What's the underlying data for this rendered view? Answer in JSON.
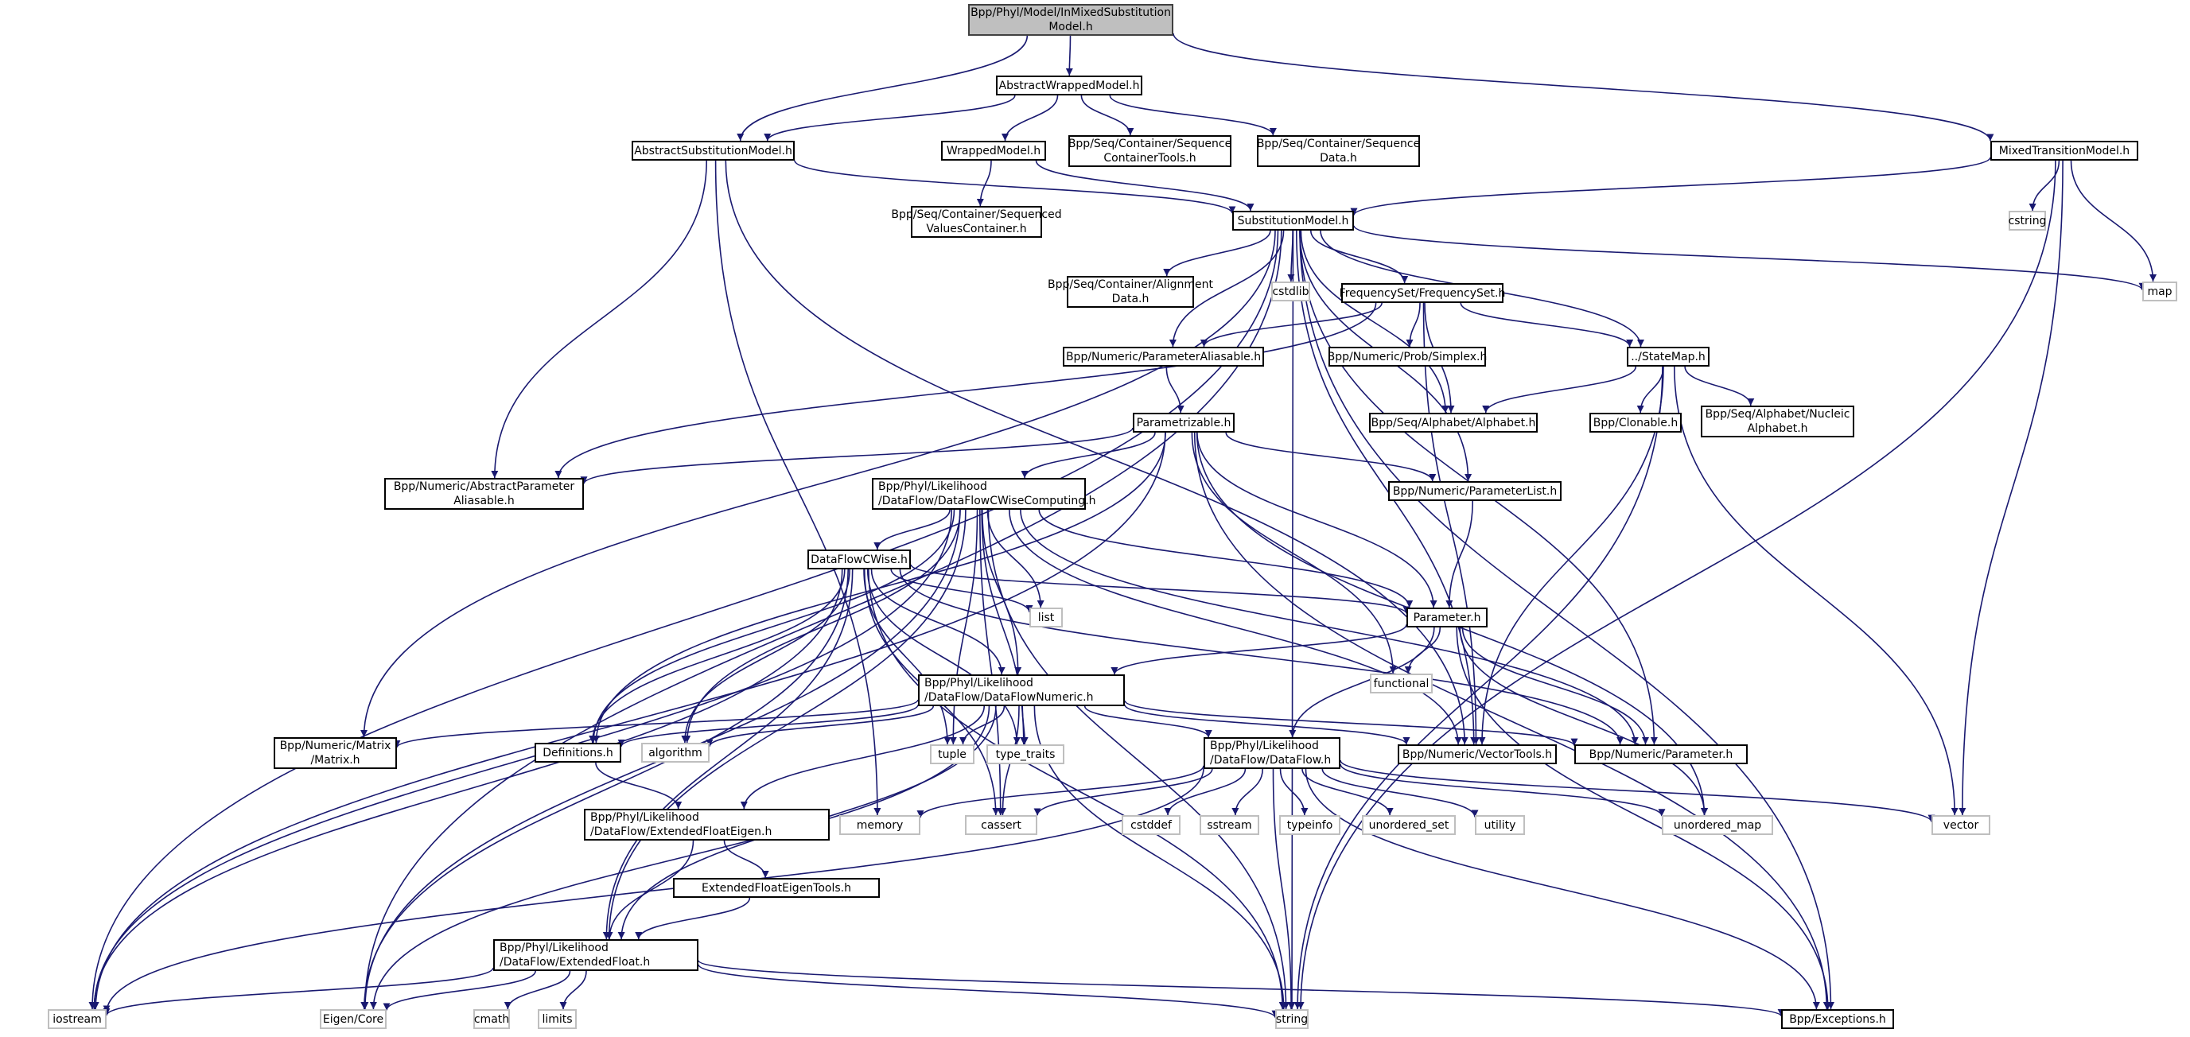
{
  "diagram": {
    "title": "Bpp/Phyl/Model/InMixedSubstitutionModel.h",
    "edge_color": "#191970",
    "nodes": [
      {
        "id": "root",
        "label": "Bpp/Phyl/Model/InMixedSubstitution\nModel.h",
        "kind": "root"
      },
      {
        "id": "awm",
        "label": "AbstractWrappedModel.h",
        "kind": "doc"
      },
      {
        "id": "asm",
        "label": "AbstractSubstitutionModel.h",
        "kind": "doc"
      },
      {
        "id": "wm",
        "label": "WrappedModel.h",
        "kind": "doc"
      },
      {
        "id": "sct",
        "label": "Bpp/Seq/Container/Sequence\nContainerTools.h",
        "kind": "doc"
      },
      {
        "id": "sd",
        "label": "Bpp/Seq/Container/Sequence\nData.h",
        "kind": "doc"
      },
      {
        "id": "mtm",
        "label": "MixedTransitionModel.h",
        "kind": "doc"
      },
      {
        "id": "svc",
        "label": "Bpp/Seq/Container/Sequenced\nValuesContainer.h",
        "kind": "doc"
      },
      {
        "id": "sm",
        "label": "SubstitutionModel.h",
        "kind": "doc"
      },
      {
        "id": "cstring",
        "label": "cstring",
        "kind": "ext"
      },
      {
        "id": "map",
        "label": "map",
        "kind": "ext"
      },
      {
        "id": "ad",
        "label": "Bpp/Seq/Container/Alignment\nData.h",
        "kind": "doc"
      },
      {
        "id": "cstdlib",
        "label": "cstdlib",
        "kind": "ext"
      },
      {
        "id": "fs",
        "label": "FrequencySet/FrequencySet.h",
        "kind": "doc"
      },
      {
        "id": "pal",
        "label": "Bpp/Numeric/ParameterAliasable.h",
        "kind": "doc"
      },
      {
        "id": "simplex",
        "label": "Bpp/Numeric/Prob/Simplex.h",
        "kind": "doc"
      },
      {
        "id": "statemap",
        "label": "../StateMap.h",
        "kind": "doc"
      },
      {
        "id": "alphabet",
        "label": "Bpp/Seq/Alphabet/Alphabet.h",
        "kind": "doc"
      },
      {
        "id": "clonable",
        "label": "Bpp/Clonable.h",
        "kind": "doc"
      },
      {
        "id": "nucalpha",
        "label": "Bpp/Seq/Alphabet/Nucleic\nAlphabet.h",
        "kind": "doc"
      },
      {
        "id": "param",
        "label": "Parametrizable.h",
        "kind": "doc"
      },
      {
        "id": "apal",
        "label": "Bpp/Numeric/AbstractParameter\nAliasable.h",
        "kind": "doc"
      },
      {
        "id": "dfcwc",
        "label": "Bpp/Phyl/Likelihood\n/DataFlow/DataFlowCWiseComputing.h",
        "kind": "doc",
        "align": "left"
      },
      {
        "id": "plist",
        "label": "Bpp/Numeric/ParameterList.h",
        "kind": "doc"
      },
      {
        "id": "dfcw",
        "label": "DataFlowCWise.h",
        "kind": "doc"
      },
      {
        "id": "list",
        "label": "list",
        "kind": "ext"
      },
      {
        "id": "parameter",
        "label": "Parameter.h",
        "kind": "doc"
      },
      {
        "id": "dfn",
        "label": "Bpp/Phyl/Likelihood\n/DataFlow/DataFlowNumeric.h",
        "kind": "doc",
        "align": "left"
      },
      {
        "id": "functional",
        "label": "functional",
        "kind": "ext"
      },
      {
        "id": "matrix",
        "label": "Bpp/Numeric/Matrix\n/Matrix.h",
        "kind": "doc"
      },
      {
        "id": "defs",
        "label": "Definitions.h",
        "kind": "doc"
      },
      {
        "id": "algorithm",
        "label": "algorithm",
        "kind": "ext"
      },
      {
        "id": "tuple",
        "label": "tuple",
        "kind": "ext"
      },
      {
        "id": "type_traits",
        "label": "type_traits",
        "kind": "ext"
      },
      {
        "id": "df",
        "label": "Bpp/Phyl/Likelihood\n/DataFlow/DataFlow.h",
        "kind": "doc",
        "align": "left"
      },
      {
        "id": "vtools",
        "label": "Bpp/Numeric/VectorTools.h",
        "kind": "doc"
      },
      {
        "id": "nparam",
        "label": "Bpp/Numeric/Parameter.h",
        "kind": "doc"
      },
      {
        "id": "efe",
        "label": "Bpp/Phyl/Likelihood\n/DataFlow/ExtendedFloatEigen.h",
        "kind": "doc",
        "align": "left"
      },
      {
        "id": "memory",
        "label": "memory",
        "kind": "ext"
      },
      {
        "id": "cassert",
        "label": "cassert",
        "kind": "ext"
      },
      {
        "id": "cstddef",
        "label": "cstddef",
        "kind": "ext"
      },
      {
        "id": "sstream",
        "label": "sstream",
        "kind": "ext"
      },
      {
        "id": "typeinfo",
        "label": "typeinfo",
        "kind": "ext"
      },
      {
        "id": "unordered_set",
        "label": "unordered_set",
        "kind": "ext"
      },
      {
        "id": "utility",
        "label": "utility",
        "kind": "ext"
      },
      {
        "id": "unordered_map",
        "label": "unordered_map",
        "kind": "ext"
      },
      {
        "id": "vector",
        "label": "vector",
        "kind": "ext"
      },
      {
        "id": "efet",
        "label": "ExtendedFloatEigenTools.h",
        "kind": "doc"
      },
      {
        "id": "ef",
        "label": "Bpp/Phyl/Likelihood\n/DataFlow/ExtendedFloat.h",
        "kind": "doc",
        "align": "left"
      },
      {
        "id": "iostream",
        "label": "iostream",
        "kind": "ext"
      },
      {
        "id": "eigen",
        "label": "Eigen/Core",
        "kind": "ext"
      },
      {
        "id": "cmath",
        "label": "cmath",
        "kind": "ext"
      },
      {
        "id": "limits",
        "label": "limits",
        "kind": "ext"
      },
      {
        "id": "string",
        "label": "string",
        "kind": "ext"
      },
      {
        "id": "exceptions",
        "label": "Bpp/Exceptions.h",
        "kind": "doc"
      }
    ],
    "edges": [
      [
        "root",
        "awm"
      ],
      [
        "root",
        "asm"
      ],
      [
        "root",
        "mtm"
      ],
      [
        "awm",
        "asm"
      ],
      [
        "awm",
        "wm"
      ],
      [
        "awm",
        "sct"
      ],
      [
        "awm",
        "sd"
      ],
      [
        "asm",
        "sm"
      ],
      [
        "asm",
        "apal"
      ],
      [
        "asm",
        "vtools"
      ],
      [
        "asm",
        "memory"
      ],
      [
        "wm",
        "svc"
      ],
      [
        "wm",
        "sm"
      ],
      [
        "mtm",
        "sm"
      ],
      [
        "mtm",
        "cstring"
      ],
      [
        "mtm",
        "map"
      ],
      [
        "mtm",
        "vector"
      ],
      [
        "mtm",
        "string"
      ],
      [
        "sm",
        "ad"
      ],
      [
        "sm",
        "cstdlib"
      ],
      [
        "sm",
        "fs"
      ],
      [
        "sm",
        "pal"
      ],
      [
        "sm",
        "statemap"
      ],
      [
        "sm",
        "alphabet"
      ],
      [
        "sm",
        "map"
      ],
      [
        "sm",
        "matrix"
      ],
      [
        "sm",
        "vtools"
      ],
      [
        "sm",
        "nparam"
      ],
      [
        "sm",
        "iostream"
      ],
      [
        "sm",
        "eigen"
      ],
      [
        "sm",
        "string"
      ],
      [
        "sm",
        "exceptions"
      ],
      [
        "sm",
        "plist"
      ],
      [
        "fs",
        "pal"
      ],
      [
        "fs",
        "apal"
      ],
      [
        "fs",
        "simplex"
      ],
      [
        "fs",
        "alphabet"
      ],
      [
        "fs",
        "statemap"
      ],
      [
        "fs",
        "vtools"
      ],
      [
        "pal",
        "param"
      ],
      [
        "statemap",
        "alphabet"
      ],
      [
        "statemap",
        "clonable"
      ],
      [
        "statemap",
        "nucalpha"
      ],
      [
        "statemap",
        "vector"
      ],
      [
        "statemap",
        "string"
      ],
      [
        "statemap",
        "vtools"
      ],
      [
        "param",
        "apal"
      ],
      [
        "param",
        "dfcwc"
      ],
      [
        "param",
        "plist"
      ],
      [
        "param",
        "parameter"
      ],
      [
        "param",
        "defs"
      ],
      [
        "param",
        "iostream"
      ],
      [
        "param",
        "functional"
      ],
      [
        "param",
        "exceptions"
      ],
      [
        "param",
        "unordered_map"
      ],
      [
        "dfcwc",
        "dfcw"
      ],
      [
        "dfcwc",
        "dfn"
      ],
      [
        "dfcwc",
        "list"
      ],
      [
        "dfcwc",
        "parameter"
      ],
      [
        "dfcwc",
        "nparam"
      ],
      [
        "dfcwc",
        "defs"
      ],
      [
        "dfcwc",
        "algorithm"
      ],
      [
        "dfcwc",
        "tuple"
      ],
      [
        "dfcwc",
        "type_traits"
      ],
      [
        "dfcwc",
        "cassert"
      ],
      [
        "dfcwc",
        "ef"
      ],
      [
        "dfcwc",
        "iostream"
      ],
      [
        "dfcwc",
        "eigen"
      ],
      [
        "dfcwc",
        "string"
      ],
      [
        "dfcwc",
        "vtools"
      ],
      [
        "plist",
        "parameter"
      ],
      [
        "dfcw",
        "list"
      ],
      [
        "dfcw",
        "parameter"
      ],
      [
        "dfcw",
        "dfn"
      ],
      [
        "dfcw",
        "defs"
      ],
      [
        "dfcw",
        "algorithm"
      ],
      [
        "dfcw",
        "tuple"
      ],
      [
        "dfcw",
        "type_traits"
      ],
      [
        "dfcw",
        "cassert"
      ],
      [
        "dfcw",
        "ef"
      ],
      [
        "dfcw",
        "eigen"
      ],
      [
        "dfcw",
        "iostream"
      ],
      [
        "dfcw",
        "string"
      ],
      [
        "dfcw",
        "nparam"
      ],
      [
        "parameter",
        "dfn"
      ],
      [
        "parameter",
        "functional"
      ],
      [
        "parameter",
        "nparam"
      ],
      [
        "parameter",
        "df"
      ],
      [
        "parameter",
        "exceptions"
      ],
      [
        "parameter",
        "unordered_map"
      ],
      [
        "dfn",
        "matrix"
      ],
      [
        "dfn",
        "defs"
      ],
      [
        "dfn",
        "algorithm"
      ],
      [
        "dfn",
        "tuple"
      ],
      [
        "dfn",
        "type_traits"
      ],
      [
        "dfn",
        "df"
      ],
      [
        "dfn",
        "vtools"
      ],
      [
        "dfn",
        "nparam"
      ],
      [
        "dfn",
        "efe"
      ],
      [
        "dfn",
        "ef"
      ],
      [
        "dfn",
        "cassert"
      ],
      [
        "dfn",
        "eigen"
      ],
      [
        "dfn",
        "string"
      ],
      [
        "defs",
        "efe"
      ],
      [
        "df",
        "memory"
      ],
      [
        "df",
        "cassert"
      ],
      [
        "df",
        "cstddef"
      ],
      [
        "df",
        "sstream"
      ],
      [
        "df",
        "typeinfo"
      ],
      [
        "df",
        "unordered_set"
      ],
      [
        "df",
        "utility"
      ],
      [
        "df",
        "unordered_map"
      ],
      [
        "df",
        "vector"
      ],
      [
        "df",
        "iostream"
      ],
      [
        "df",
        "string"
      ],
      [
        "df",
        "exceptions"
      ],
      [
        "efe",
        "efet"
      ],
      [
        "efe",
        "ef"
      ],
      [
        "efet",
        "ef"
      ],
      [
        "ef",
        "iostream"
      ],
      [
        "ef",
        "eigen"
      ],
      [
        "ef",
        "cmath"
      ],
      [
        "ef",
        "limits"
      ],
      [
        "ef",
        "string"
      ],
      [
        "ef",
        "exceptions"
      ]
    ]
  }
}
